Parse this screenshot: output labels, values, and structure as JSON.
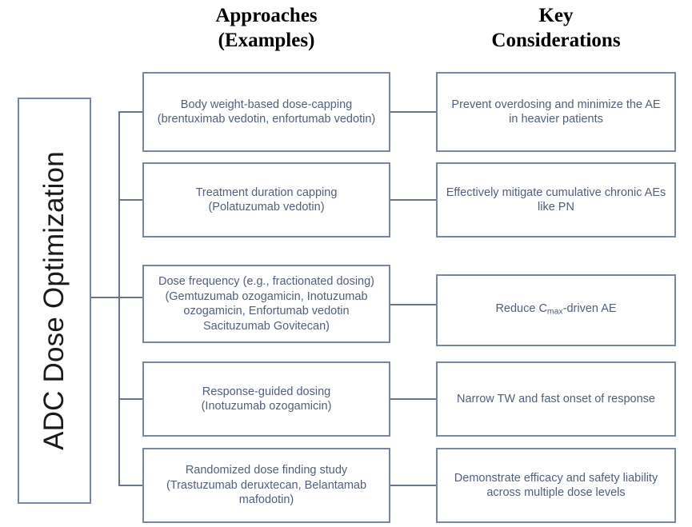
{
  "headers": {
    "approaches": "Approaches\n(Examples)",
    "considerations": "Key\nConsiderations"
  },
  "root": {
    "label": "ADC Dose Optimization",
    "orientation": "vertical-bottom-to-top"
  },
  "colors": {
    "box_border": "#7886a0",
    "box_text": "#51607a",
    "connector": "#68758c",
    "header_text": "#000000",
    "root_text": "#1a1a1a",
    "background": "#ffffff"
  },
  "rows": [
    {
      "approach": "Body weight-based dose-capping\n(brentuximab vedotin, enfortumab vedotin)",
      "consideration": "Prevent overdosing and minimize the AE\nin heavier patients",
      "consideration_has_subscript": false
    },
    {
      "approach": "Treatment duration capping\n(Polatuzumab vedotin)",
      "consideration": "Effectively mitigate cumulative chronic AEs\nlike PN",
      "consideration_has_subscript": false
    },
    {
      "approach": "Dose frequency (e.g., fractionated dosing)\n(Gemtuzumab ozogamicin, Inotuzumab\nozogamicin, Enfortumab vedotin\nSacituzumab Govitecan)",
      "consideration": "Reduce Cₘₐₓ-driven AE",
      "consideration_has_subscript": true,
      "consideration_parts": {
        "before": "Reduce C",
        "subscript": "max",
        "after": "-driven AE"
      }
    },
    {
      "approach": "Response-guided dosing\n(Inotuzumab ozogamicin)",
      "consideration": "Narrow TW and fast onset of response",
      "consideration_has_subscript": false
    },
    {
      "approach": "Randomized dose finding study\n(Trastuzumab deruxtecan, Belantamab\nmafodotin)",
      "consideration": "Demonstrate efficacy and safety liability\nacross multiple dose levels",
      "consideration_has_subscript": false
    }
  ]
}
